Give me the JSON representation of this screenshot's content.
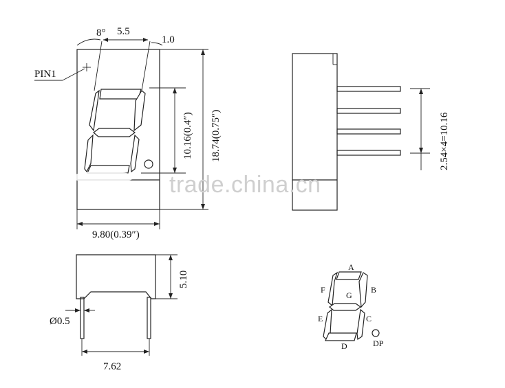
{
  "watermark": "trade.china.cn",
  "front_view": {
    "pin_label": "PIN1",
    "angle": "8°",
    "top_width": "5.5",
    "segment_width": "1.0",
    "digit_height": "10.16(0.4″)",
    "total_height": "18.74(0.75″)",
    "width": "9.80(0.39″)"
  },
  "side_view": {
    "pin_pitch": "2.54×4=10.16"
  },
  "bottom_view": {
    "body_height": "5.10",
    "pin_diameter": "Ø0.5",
    "pin_spacing": "7.62"
  },
  "segment_map": {
    "labels": {
      "a": "A",
      "b": "B",
      "c": "C",
      "d": "D",
      "e": "E",
      "f": "F",
      "g": "G",
      "dp": "DP"
    }
  }
}
